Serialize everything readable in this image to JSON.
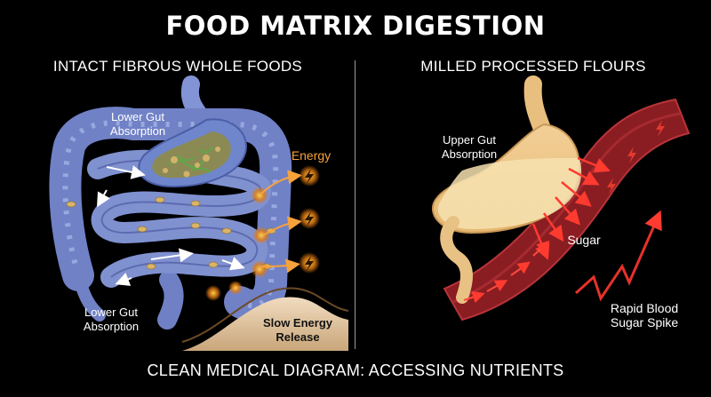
{
  "title": "FOOD MATRIX DIGESTION",
  "left_panel": {
    "heading": "INTACT FIBROUS WHOLE FOODS",
    "label_top": "Lower Gut Absorption",
    "label_bottom": "Lower Gut Absorption",
    "energy_label": "Energy",
    "slow_release": "Slow Energy Release"
  },
  "right_panel": {
    "heading": "MILLED PROCESSED FLOURS",
    "upper_gut": "Upper Gut Absorption",
    "sugar": "Sugar",
    "spike": "Rapid Blood Sugar Spike"
  },
  "footer": "CLEAN MEDICAL DIAGRAM: ACCESSING NUTRIENTS",
  "colors": {
    "intestine": "#7f8ed0",
    "stomach_left": "#6f86cc",
    "stomach_right": "#f0c98a",
    "vessel": "#8a1d22",
    "energy": "#f6a23c",
    "spike": "#e5322b"
  },
  "icons": [
    "bolt-icon",
    "arrow-icon"
  ]
}
